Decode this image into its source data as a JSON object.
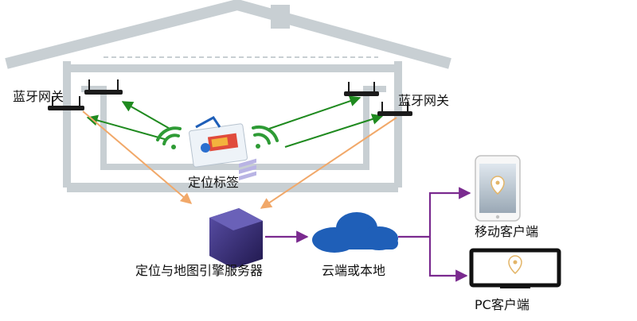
{
  "labels": {
    "gateway_left": "蓝牙网关",
    "gateway_right": "蓝牙网关",
    "tag": "定位标签",
    "server": "定位与地图引擎服务器",
    "cloud": "云端或本地",
    "mobile_client": "移动客户端",
    "pc_client": "PC客户端"
  },
  "colors": {
    "house_outline": "#c8cfd3",
    "signal_arrow": "#1f8a1f",
    "data_arrow": "#f1a869",
    "output_arrow": "#7a2a8f",
    "wifi_green": "#2e9b35",
    "cloud_blue": "#1f5fb8",
    "server_purple": "#3a2f7a"
  },
  "icons": {
    "gateway": "router-icon",
    "signal": "wifi-signal-icon",
    "tag": "badge-tag-icon",
    "server": "server-icon",
    "cloud": "cloud-icon",
    "mobile": "smartphone-icon",
    "pc": "monitor-icon",
    "location": "map-pin-icon"
  }
}
